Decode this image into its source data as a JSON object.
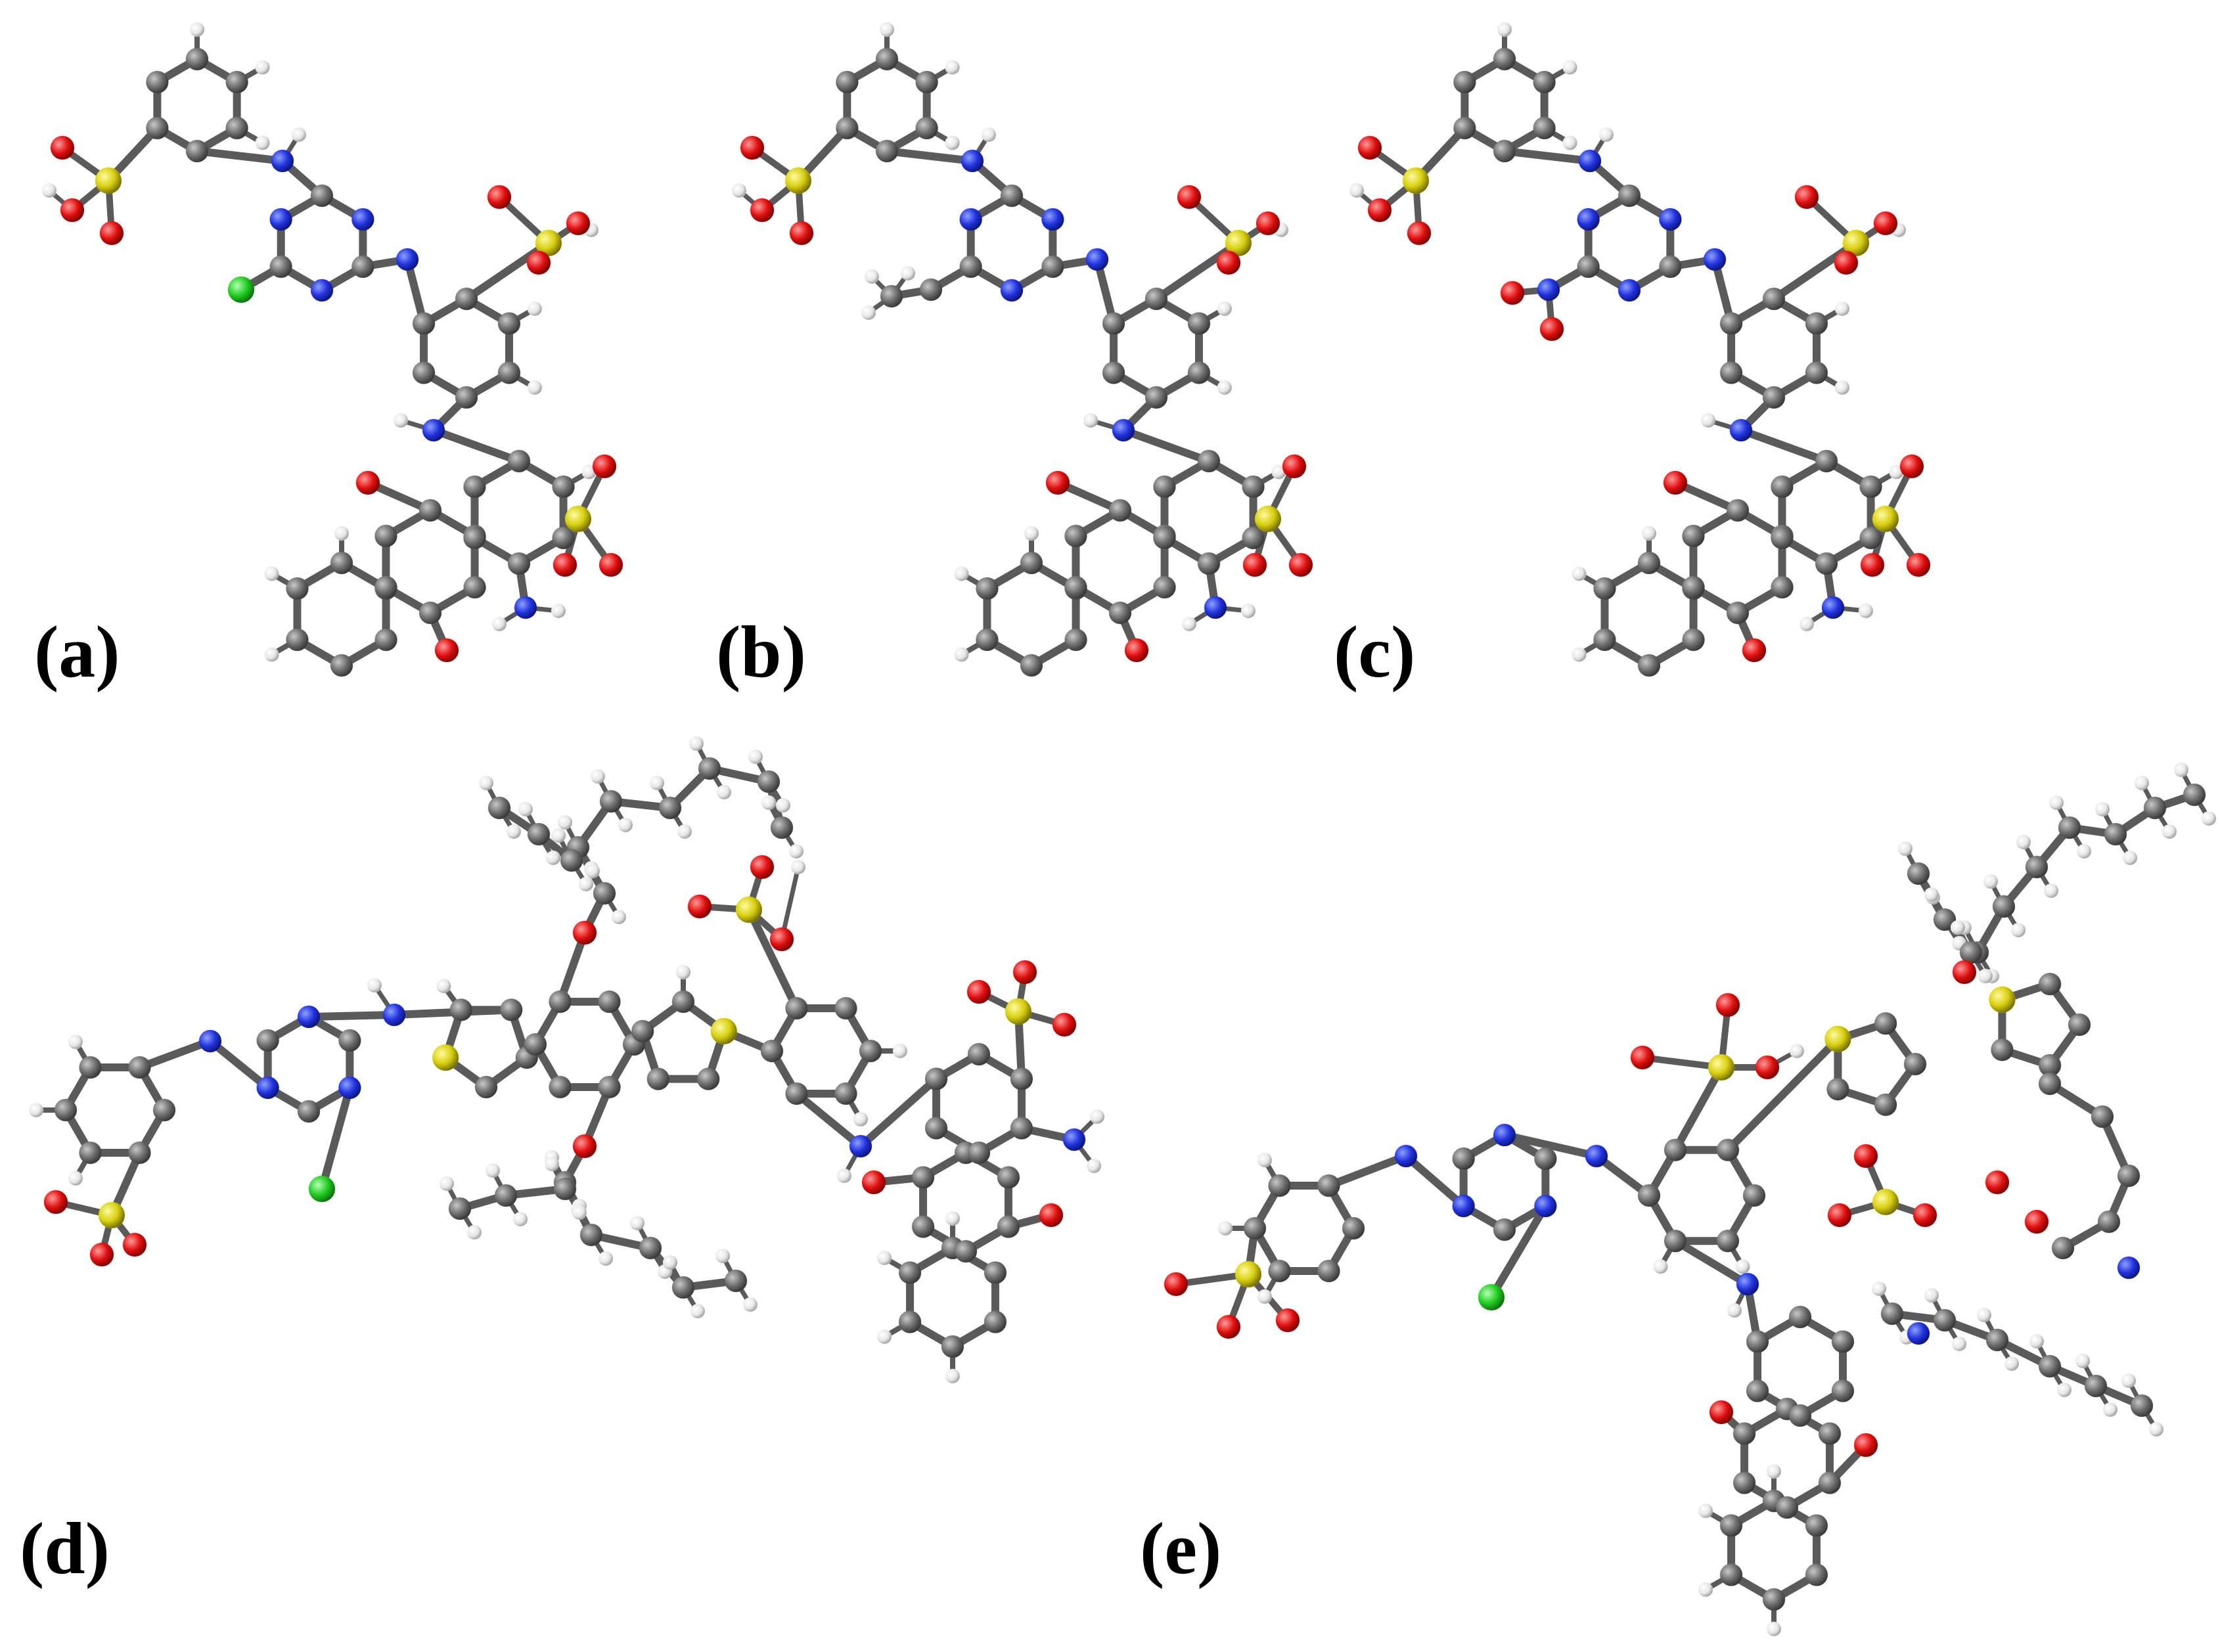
{
  "figure": {
    "panels": [
      {
        "id": "a",
        "label": "(a)"
      },
      {
        "id": "b",
        "label": "(b)"
      },
      {
        "id": "c",
        "label": "(c)"
      },
      {
        "id": "d",
        "label": "(d)"
      },
      {
        "id": "e",
        "label": "(e)"
      }
    ]
  },
  "atom_colors": {
    "C": "#6e6e6e",
    "H": "#f2f2f2",
    "N": "#2233dd",
    "O": "#e01010",
    "S": "#d8cf10",
    "Cl": "#22cc22"
  }
}
